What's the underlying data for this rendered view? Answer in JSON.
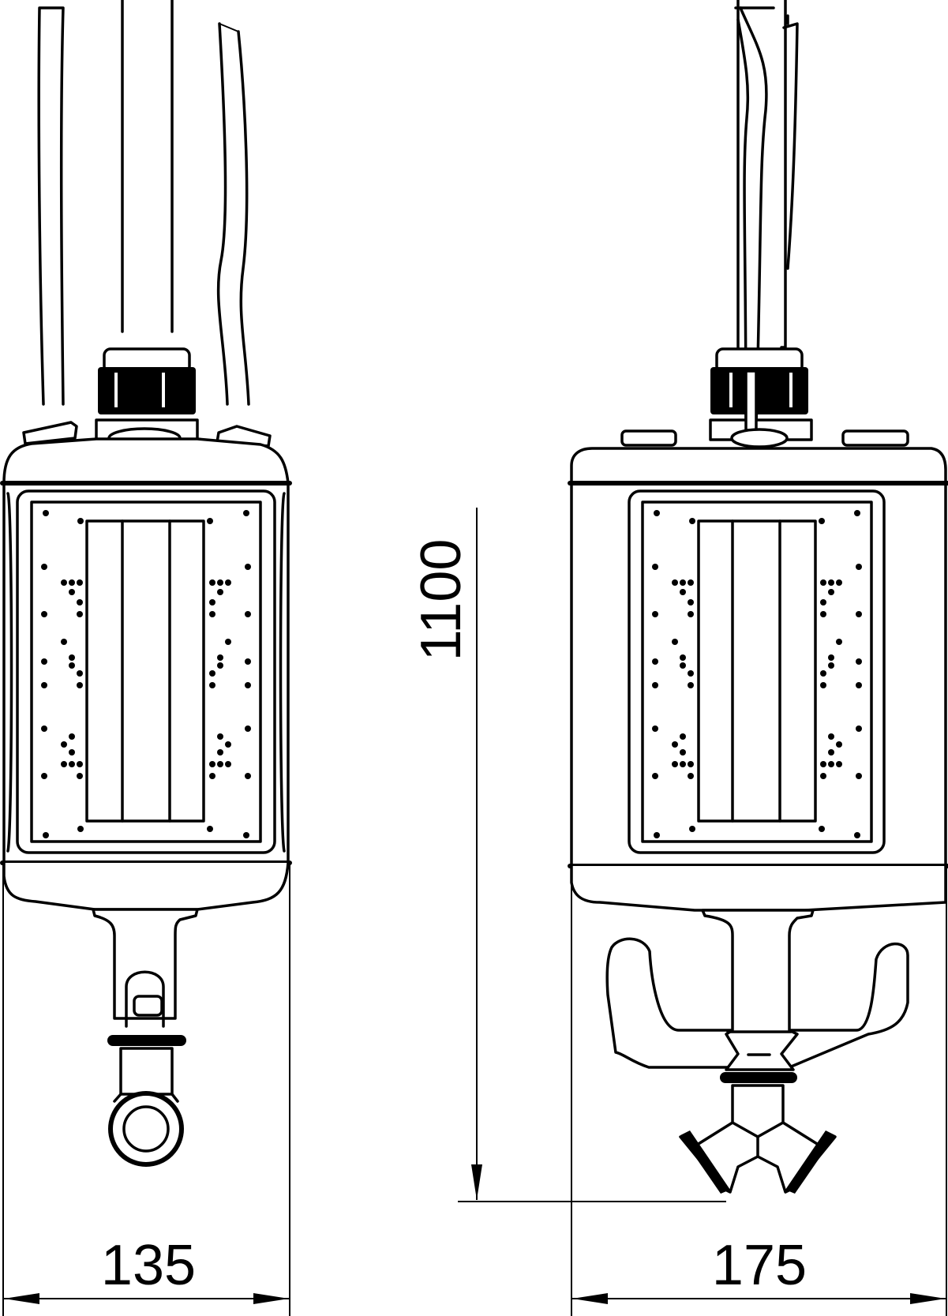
{
  "drawing": {
    "colors": {
      "line": "#000000",
      "background": "#ffffff"
    },
    "dimensions": {
      "front_width": "135",
      "side_width": "175",
      "height": "1100"
    }
  }
}
